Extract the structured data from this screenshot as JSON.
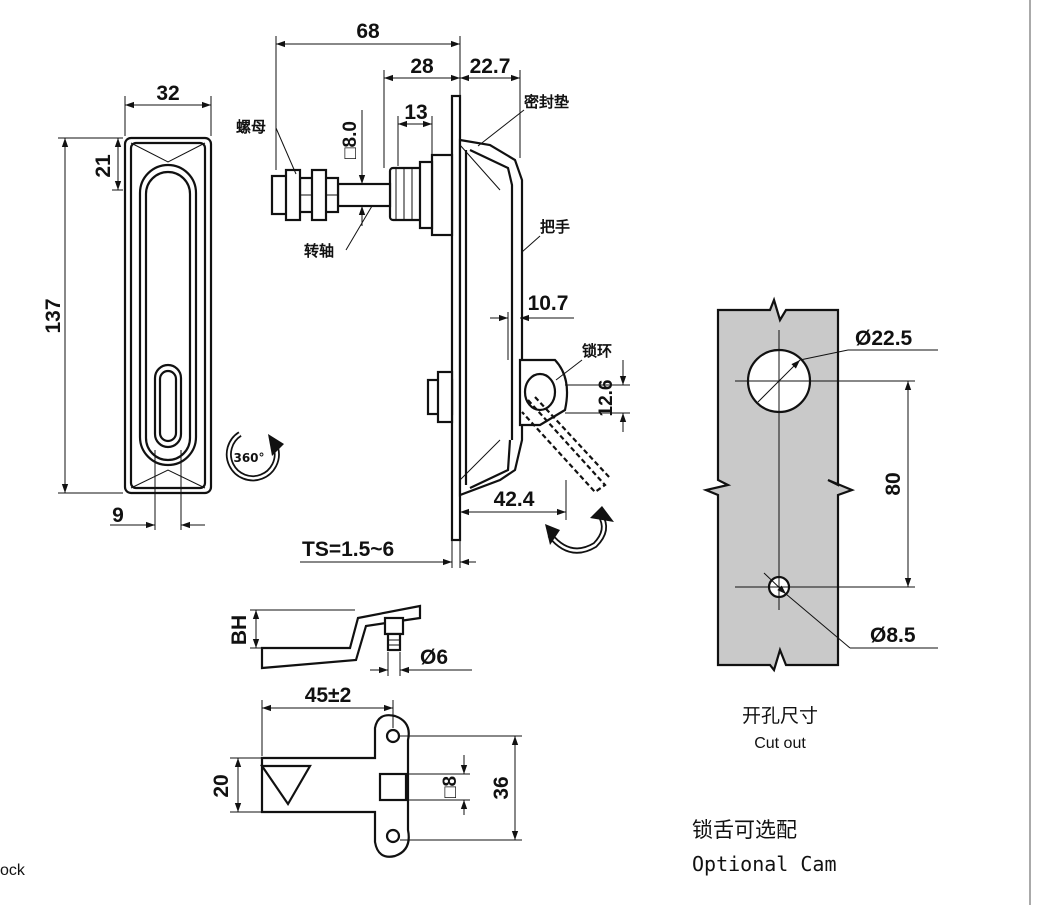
{
  "front_view": {
    "dim_width": "32",
    "dim_height": "137",
    "dim_top": "21",
    "dim_slot": "9",
    "rotation_label": "360°"
  },
  "side_view": {
    "dim_total": "68",
    "dim_28": "28",
    "dim_22_7": "22.7",
    "dim_13": "13",
    "dim_square": "□8.0",
    "dim_10_7": "10.7",
    "dim_12_6": "12.6",
    "dim_42_4": "42.4",
    "dim_ts": "TS=1.5~6",
    "label_nut": "螺母",
    "label_gasket": "密封垫",
    "label_shaft": "转轴",
    "label_handle": "把手",
    "label_lock_ring": "锁环"
  },
  "cam_side": {
    "dim_bh": "BH",
    "dim_d6": "Ø6"
  },
  "cam_top": {
    "dim_45": "45±2",
    "dim_20": "20",
    "dim_sq8": "□8",
    "dim_36": "36"
  },
  "cutout": {
    "dim_d22_5": "Ø22.5",
    "dim_80": "80",
    "dim_d8_5": "Ø8.5",
    "title_cn": "开孔尺寸",
    "title_en": "Cut out"
  },
  "optional_cam": {
    "title_cn": "锁舌可选配",
    "title_en": "Optional Cam"
  },
  "edge_text": "ock"
}
